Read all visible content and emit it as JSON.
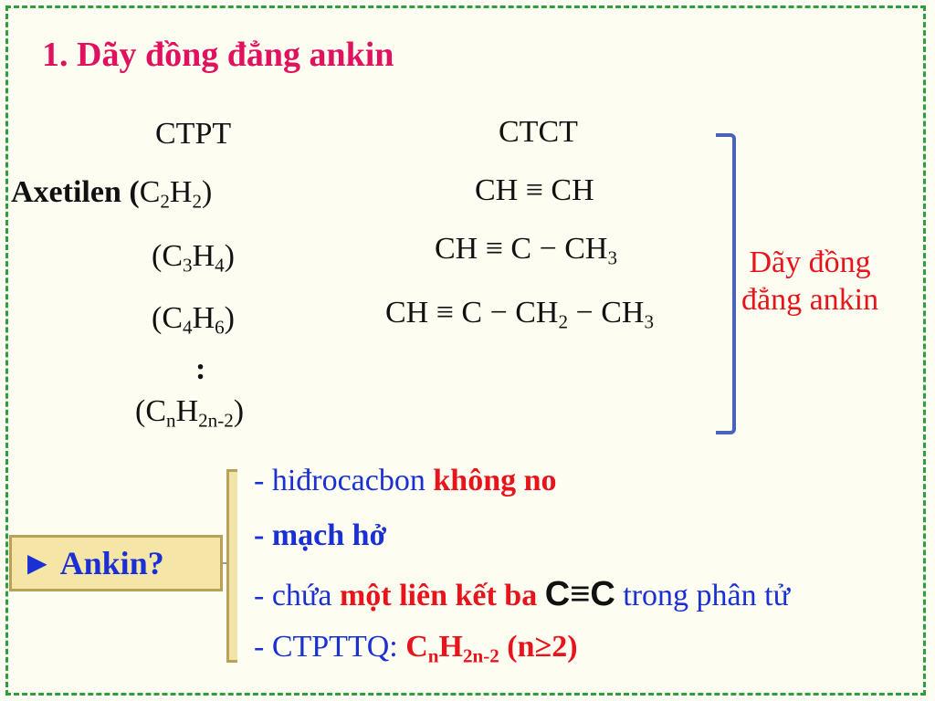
{
  "title": "1. Dãy đồng đẳng ankin",
  "headers": {
    "ctpt": "CTPT",
    "ctct": "CTCT"
  },
  "rows": [
    {
      "prefix": "Axetilen (",
      "c": "C",
      "c_sub": "2",
      "h": "H",
      "h_sub": "2",
      "suffix": ")",
      "ctct_parts": [
        "CH ≡ CH"
      ]
    },
    {
      "prefix": "(",
      "c": "C",
      "c_sub": "3",
      "h": "H",
      "h_sub": "4",
      "suffix": ")",
      "ctct_a": "CH ≡ C − CH",
      "ctct_a_sub": "3"
    },
    {
      "prefix": "(",
      "c": "C",
      "c_sub": "4",
      "h": "H",
      "h_sub": "6",
      "suffix": ")",
      "ctct_a": "CH ≡ C − CH",
      "ctct_a_sub": "2",
      "ctct_b": " − CH",
      "ctct_b_sub": "3"
    },
    {
      "dots": ":"
    },
    {
      "prefix": "(",
      "c": "C",
      "c_sub": "n",
      "h": "H",
      "h_sub": "2n-2",
      "suffix": ")"
    }
  ],
  "series_label_line1": "Dãy đồng",
  "series_label_line2": "đẳng ankin",
  "question": "► Ankin?",
  "definitions": {
    "d1_prefix": "- hiđrocacbon ",
    "d1_emph": "không no",
    "d2": "- mạch hở",
    "d3_prefix": "- chứa ",
    "d3_emph": "một liên kết ba ",
    "d3_bond": "C≡C",
    "d3_suffix": " trong phân tử",
    "d4_prefix": "- CTPTTQ: ",
    "d4_c": "C",
    "d4_c_sub": "n",
    "d4_h": "H",
    "d4_h_sub": "2n-2",
    "d4_cond": " (n≥2)"
  },
  "colors": {
    "title": "#e0115f",
    "frame": "#2f9e3f",
    "accent_red": "#e8141c",
    "accent_blue": "#1a2fd4"
  }
}
